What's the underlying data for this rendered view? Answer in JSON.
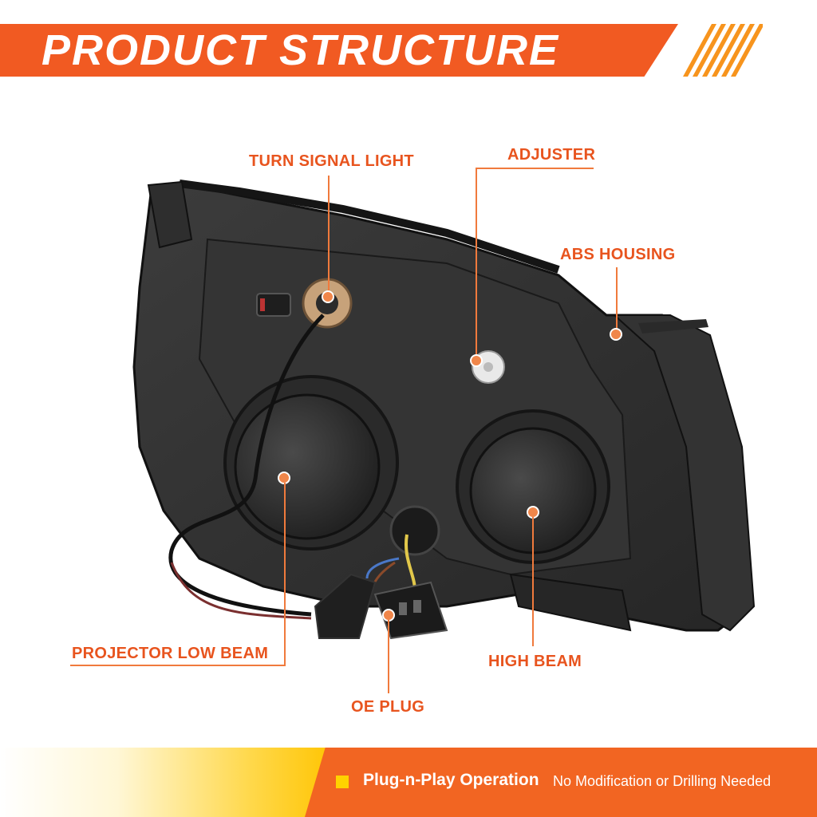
{
  "header": {
    "title": "PRODUCT STRUCTURE"
  },
  "callouts": {
    "turn_signal": "TURN SIGNAL LIGHT",
    "adjuster": "ADJUSTER",
    "abs_housing": "ABS HOUSING",
    "projector_low_beam": "PROJECTOR LOW BEAM",
    "high_beam": "HIGH BEAM",
    "oe_plug": "OE PLUG"
  },
  "footer": {
    "feature": "Plug-n-Play Operation",
    "note": "No Modification or Drilling Needed"
  },
  "colors": {
    "accent_orange": "#f15a22",
    "callout_orange": "#e8541e",
    "highlight_yellow": "#ffd200"
  }
}
